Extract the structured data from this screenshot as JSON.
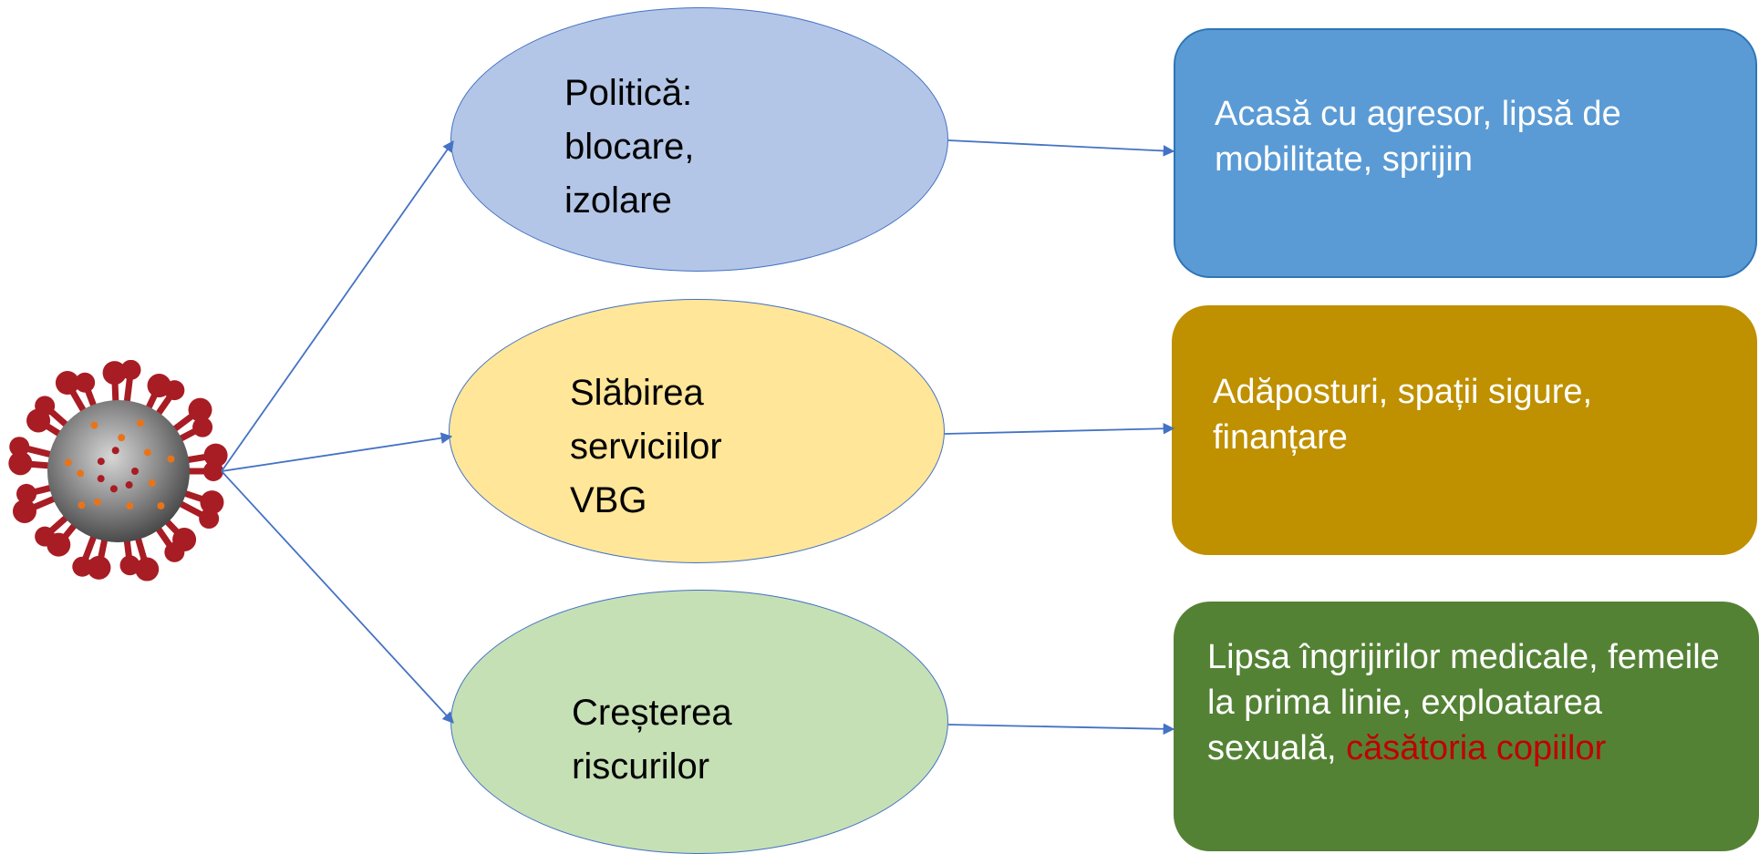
{
  "center_node": {
    "icon": "coronavirus-icon",
    "colors": {
      "body": "#8c8c8c",
      "spikes": "#a81c24",
      "dots": "#e8741a"
    }
  },
  "causes": [
    {
      "text": "Politică:\nblocare,\nizolare",
      "color": "#b4c6e7"
    },
    {
      "text": "Slăbirea\nserviciilor\nVBG",
      "color": "#ffe699"
    },
    {
      "text": "Creșterea\nriscurilor",
      "color": "#c5e0b4"
    }
  ],
  "effects": [
    {
      "text": "Acasă cu agresor, lipsă de mobilitate, sprijin",
      "color": "#5b9bd5"
    },
    {
      "text": "Adăposturi, spații sigure, finanțare",
      "color": "#bf9000"
    },
    {
      "text": "Lipsa îngrijirilor medicale, femeile la prima linie, exploatarea sexuală,",
      "highlight": "căsătoria copiilor",
      "color": "#548235",
      "highlight_color": "#c00000"
    }
  ],
  "connector_color": "#4472c4"
}
